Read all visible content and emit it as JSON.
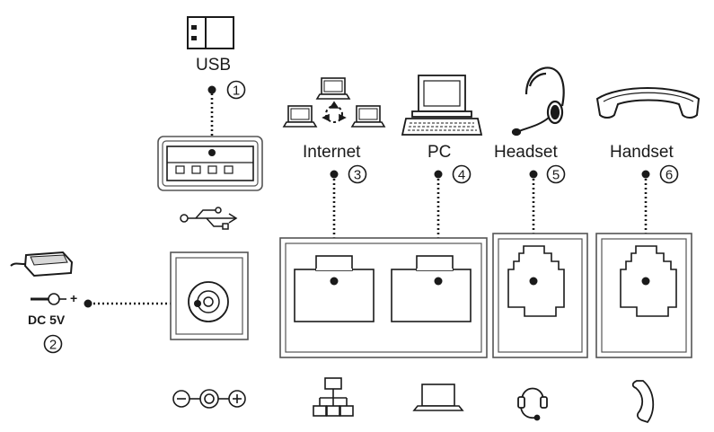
{
  "ports": {
    "usb": {
      "label": "USB",
      "number": "1"
    },
    "power": {
      "label": "DC 5V",
      "number": "2"
    },
    "internet": {
      "label": "Internet",
      "number": "3"
    },
    "pc": {
      "label": "PC",
      "number": "4"
    },
    "headset": {
      "label": "Headset",
      "number": "5"
    },
    "handset": {
      "label": "Handset",
      "number": "6"
    }
  },
  "icons": {
    "usb_device": "usb-flash-drive-icon",
    "usb_symbol": "usb-symbol-icon",
    "power_adapter": "power-adapter-icon",
    "network": "computer-network-icon",
    "pc": "desktop-computer-icon",
    "headset": "headset-icon",
    "handset": "handset-icon",
    "bottom_power": "dc-power-connector-icon",
    "bottom_network": "network-topology-icon",
    "bottom_pc": "laptop-icon",
    "bottom_headset": "headset-icon",
    "bottom_handset": "handset-icon"
  },
  "colors": {
    "ink": "#1a1a1a",
    "panel_stroke": "#555555",
    "panel_fill": "#ffffff"
  }
}
